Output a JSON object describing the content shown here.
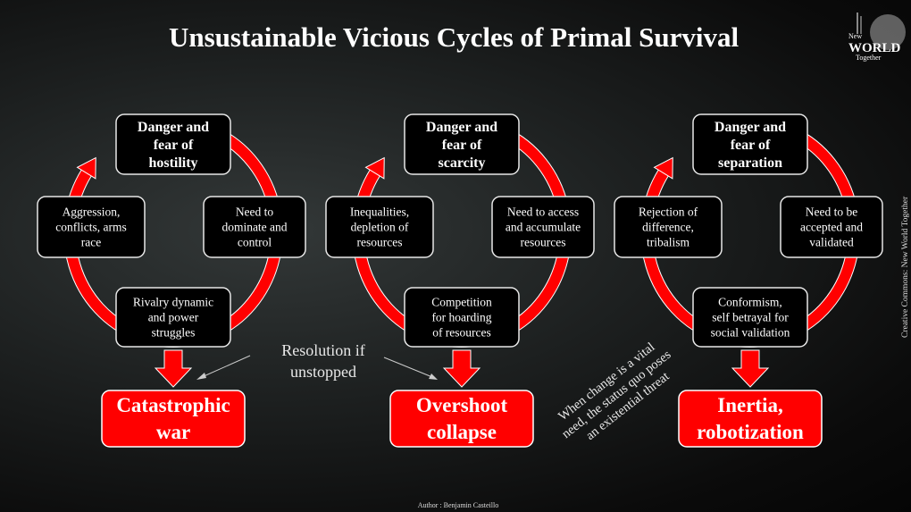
{
  "title": "Unsustainable Vicious Cycles of Primal Survival",
  "logo": {
    "line1": "New",
    "line2": "WORLD",
    "line3": "Together"
  },
  "credit": "Creative Commons: New World Together",
  "author": "Author : Benjamin Casteillo",
  "resolution_note": [
    "Resolution if",
    "unstopped"
  ],
  "rotated_note": [
    "When change is a vital",
    "need, the status quo poses",
    "an existential threat"
  ],
  "colors": {
    "ring": "#ff0000",
    "result": "#ff0000"
  },
  "cycles": [
    {
      "top": [
        "Danger and",
        "fear of",
        "hostility"
      ],
      "right": [
        "Need to",
        "dominate and",
        "control"
      ],
      "bottom": [
        "Rivalry dynamic",
        "and power",
        "struggles"
      ],
      "left": [
        "Aggression,",
        "conflicts, arms",
        "race"
      ],
      "result": [
        "Catastrophic",
        "war"
      ]
    },
    {
      "top": [
        "Danger and",
        "fear of",
        "scarcity"
      ],
      "right": [
        "Need to access",
        "and accumulate",
        "resources"
      ],
      "bottom": [
        "Competition",
        "for hoarding",
        "of resources"
      ],
      "left": [
        "Inequalities,",
        "depletion of",
        "resources"
      ],
      "result": [
        "Overshoot",
        "collapse"
      ]
    },
    {
      "top": [
        "Danger and",
        "fear of",
        "separation"
      ],
      "right": [
        "Need to be",
        "accepted and",
        "validated"
      ],
      "bottom": [
        "Conformism,",
        "self betrayal for",
        "social validation"
      ],
      "left": [
        "Rejection of",
        "difference,",
        "tribalism"
      ],
      "result": [
        "Inertia,",
        "robotization"
      ]
    }
  ]
}
